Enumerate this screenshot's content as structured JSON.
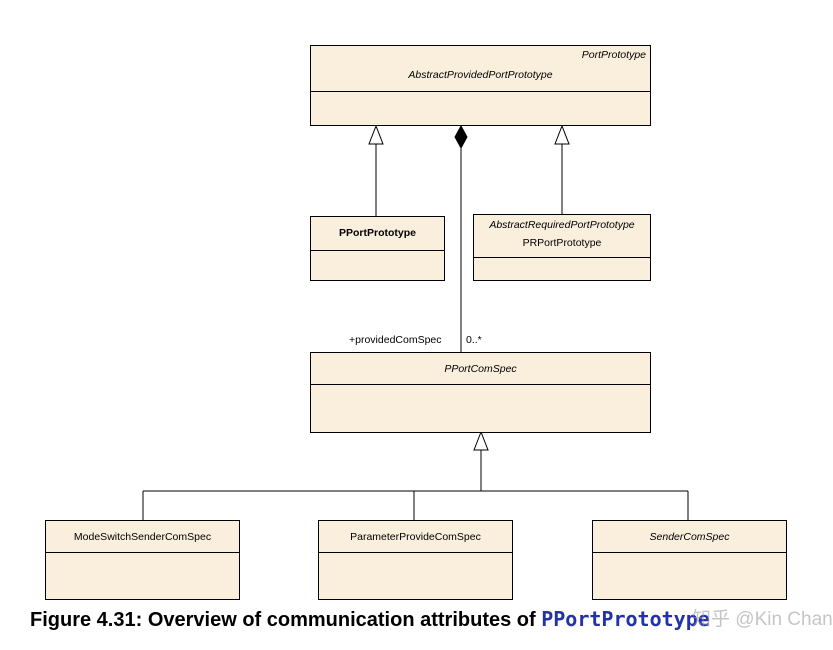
{
  "classes": {
    "abstract_provided": {
      "stereotype": "PortPrototype",
      "name": "AbstractProvidedPortPrototype"
    },
    "pport": {
      "name": "PPortPrototype"
    },
    "prport": {
      "stereotype": "AbstractRequiredPortPrototype",
      "name": "PRPortPrototype"
    },
    "pport_comspec": {
      "name": "PPortComSpec"
    },
    "mode_switch": {
      "name": "ModeSwitchSenderComSpec"
    },
    "parameter_provide": {
      "name": "ParameterProvideComSpec"
    },
    "sender": {
      "name": "SenderComSpec"
    }
  },
  "association": {
    "role": "+providedComSpec",
    "multiplicity": "0..*"
  },
  "caption": {
    "prefix": "Figure 4.31: Overview of communication attributes of ",
    "code": "PPortPrototype"
  },
  "watermark": "知乎 @Kin Chan",
  "colors": {
    "class_fill": "#faeedd",
    "caption_code": "#2233aa"
  }
}
